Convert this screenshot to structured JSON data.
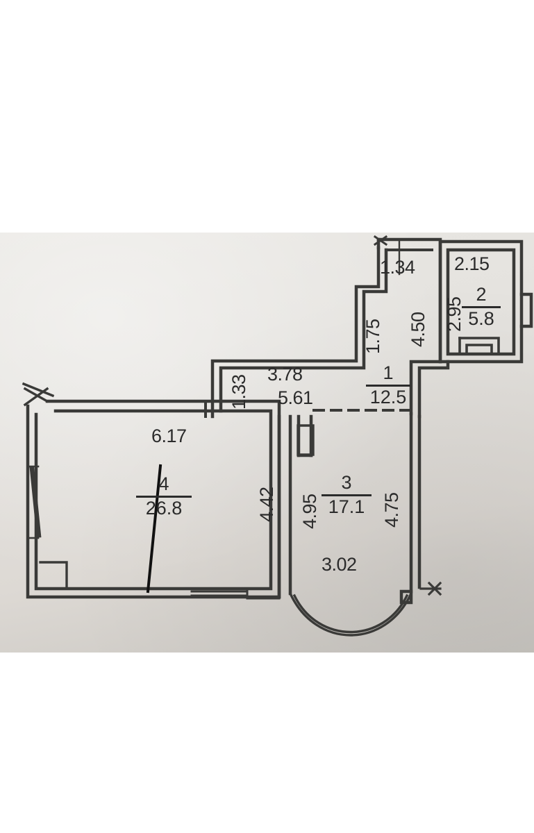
{
  "document": {
    "type": "apartment-floor-plan",
    "description": "Scanned architectural floor plan of an apartment with four numbered rooms"
  },
  "colors": {
    "paper": "#e6e3df",
    "ink": "#2b2b2b",
    "page_background": "#ffffff"
  },
  "rooms": [
    {
      "number": "1",
      "area": "12.5",
      "name": "room-1-hall"
    },
    {
      "number": "2",
      "area": "5.8",
      "name": "room-2-bathroom"
    },
    {
      "number": "3",
      "area": "17.1",
      "name": "room-3-kitchen"
    },
    {
      "number": "4",
      "area": "26.8",
      "name": "room-4-living"
    }
  ],
  "dimensions": {
    "top_hall_width": "1.34",
    "bath_width": "2.15",
    "bath_height": "2.95",
    "hall_right_height": "4.50",
    "hall_step_height": "1.75",
    "hall_left_height": "1.33",
    "hall_inner_width": "3.78",
    "hall_outer_width": "5.61",
    "living_top_width": "6.17",
    "living_right_height": "4.42",
    "kitchen_left_height": "4.95",
    "kitchen_right_height": "4.75",
    "kitchen_bottom_width": "3.02"
  }
}
